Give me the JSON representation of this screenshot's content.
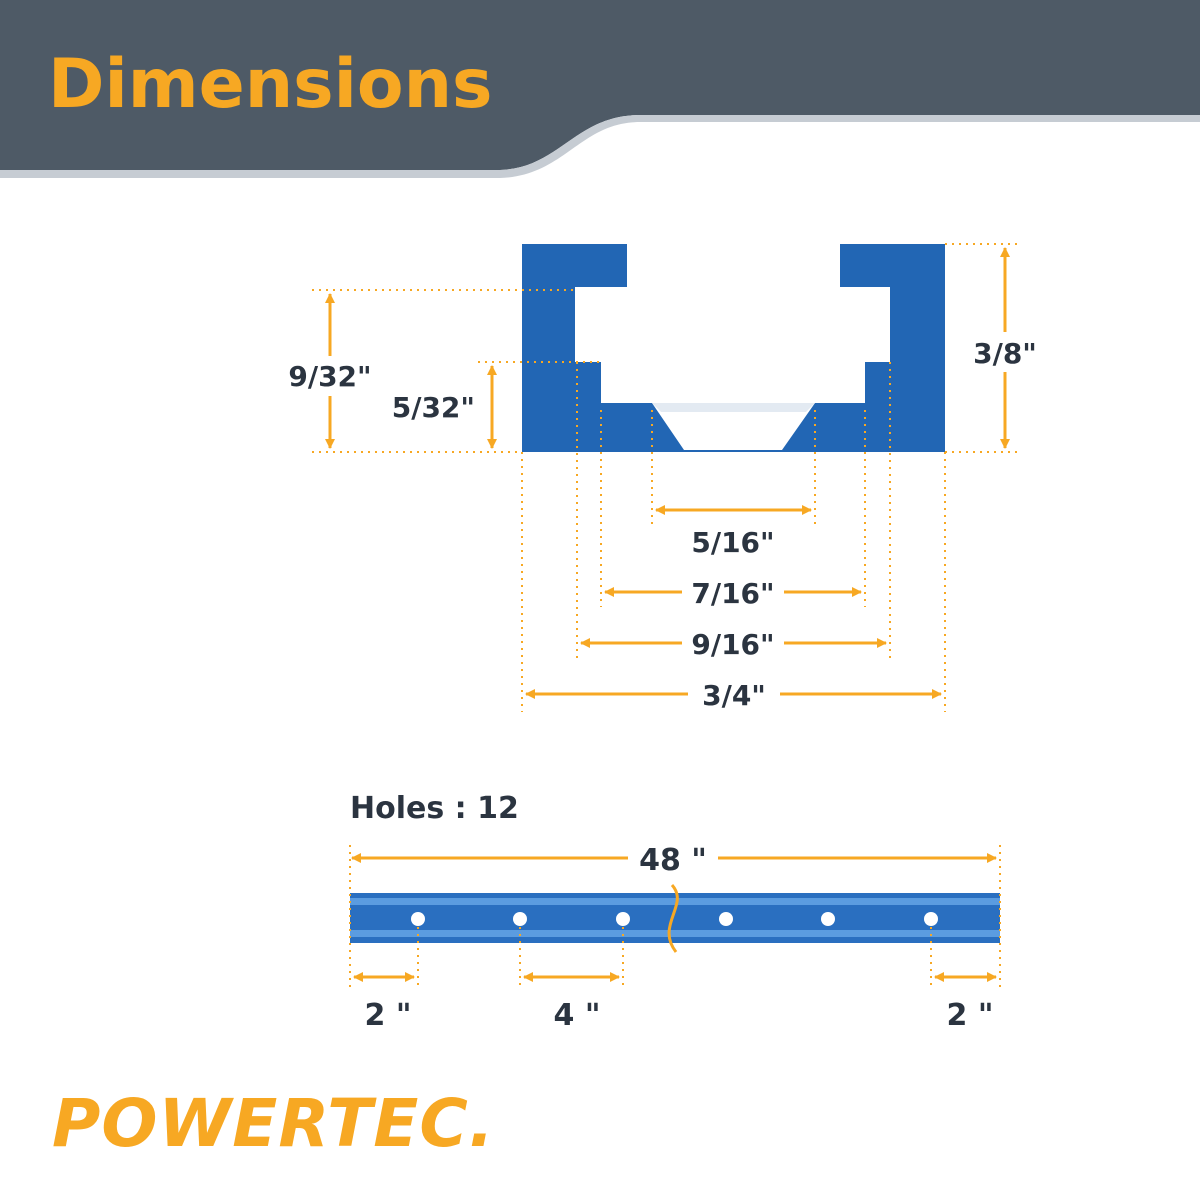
{
  "header": {
    "title": "Dimensions"
  },
  "profile_dims": {
    "height_total": "3/8\"",
    "height_lip": "9/32\"",
    "height_slot": "5/32\"",
    "width_bottom_opening": "5/16\"",
    "width_slot_inner": "7/16\"",
    "width_slot_outer": "9/16\"",
    "width_total": "3/4\""
  },
  "rail": {
    "holes_label": "Holes : 12",
    "length": "48 \"",
    "spacing_left": "2 \"",
    "spacing_middle": "4 \"",
    "spacing_right": "2 \""
  },
  "brand": {
    "logo_text": "POWERTEC."
  },
  "colors": {
    "header_bg": "#4e5a66",
    "accent": "#f7a823",
    "profile_blue": "#2266b4",
    "rail_blue": "#2a6fc0",
    "rail_light": "#5b9ce0",
    "text_dark": "#2b3440"
  }
}
